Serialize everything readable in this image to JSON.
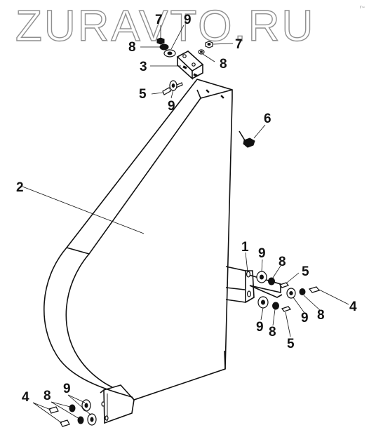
{
  "watermark": "ZURAVTO.RU",
  "corner_mark": "r~",
  "labels": {
    "l1": "1",
    "l2": "2",
    "l3": "3",
    "l4a": "4",
    "l4b": "4",
    "l5a": "5",
    "l5b": "5",
    "l5c": "5",
    "l6": "6",
    "l7a": "7",
    "l7b": "7",
    "l8a": "8",
    "l8b": "8",
    "l8c": "8",
    "l8d": "8",
    "l8e": "8",
    "l8f": "8",
    "l9a": "9",
    "l9b": "9",
    "l9c": "9",
    "l9d": "9",
    "l9e": "9",
    "l9f": "9"
  }
}
